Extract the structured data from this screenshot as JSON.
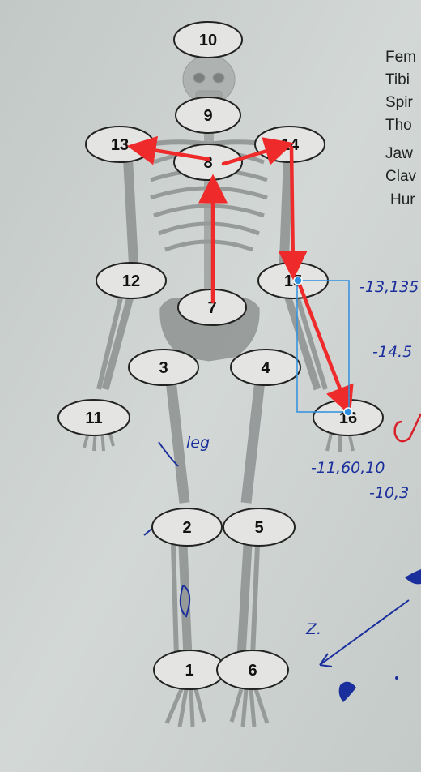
{
  "nodes": [
    {
      "id": "node-1",
      "label": "1"
    },
    {
      "id": "node-2",
      "label": "2"
    },
    {
      "id": "node-3",
      "label": "3"
    },
    {
      "id": "node-4",
      "label": "4"
    },
    {
      "id": "node-5",
      "label": "5"
    },
    {
      "id": "node-6",
      "label": "6"
    },
    {
      "id": "node-7",
      "label": "7"
    },
    {
      "id": "node-8",
      "label": "8"
    },
    {
      "id": "node-9",
      "label": "9"
    },
    {
      "id": "node-10",
      "label": "10"
    },
    {
      "id": "node-11",
      "label": "11"
    },
    {
      "id": "node-12",
      "label": "12"
    },
    {
      "id": "node-13",
      "label": "13"
    },
    {
      "id": "node-14",
      "label": "14"
    },
    {
      "id": "node-15",
      "label": "15"
    },
    {
      "id": "node-16",
      "label": "16"
    }
  ],
  "side_list": [
    "Fem",
    "Tibi",
    "Spir",
    "Tho",
    "Jaw",
    "Clav",
    "Hur"
  ],
  "handwriting": {
    "note_a": "-13,135",
    "note_b": "-14.5",
    "note_c": "-11,60,10",
    "note_d": "-10,3",
    "note_leg": "leg",
    "note_z": "Z."
  },
  "colors": {
    "arrow": "#ee2a2a",
    "selection": "#2f8fe0",
    "ink": "#1a2f9c",
    "ink_red": "#d8202a",
    "node_fill": "#e4e4e2",
    "paper": "#c9cfcd"
  }
}
